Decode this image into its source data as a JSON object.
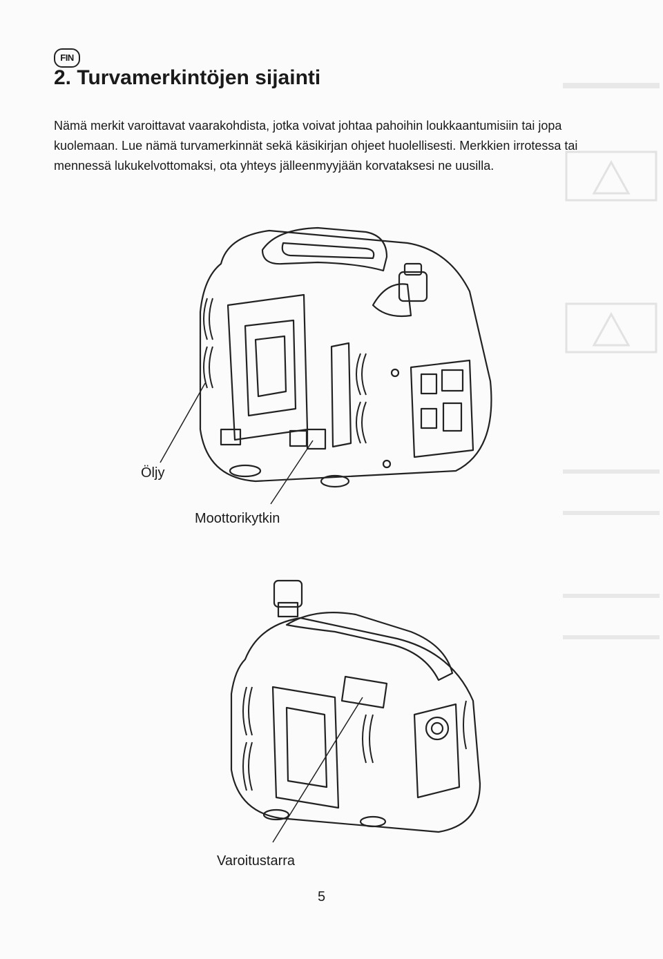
{
  "header": {
    "language_badge": "FIN",
    "title": "2. Turvamerkintöjen sijainti"
  },
  "intro": {
    "text": "Nämä merkit varoittavat vaarakohdista, jotka voivat johtaa pahoihin loukkaantumisiin tai jopa kuolemaan. Lue nämä turvamerkinnät sekä käsikirjan ohjeet huolellisesti. Merkkien irrotessa tai mennessä lukukelvottomaksi, ota yhteys jälleenmyyjään korvataksesi ne uusilla."
  },
  "callouts": {
    "oil": "Öljy",
    "engine_switch": "Moottorikytkin",
    "warning_label": "Varoitustarra"
  },
  "page_number": "5"
}
